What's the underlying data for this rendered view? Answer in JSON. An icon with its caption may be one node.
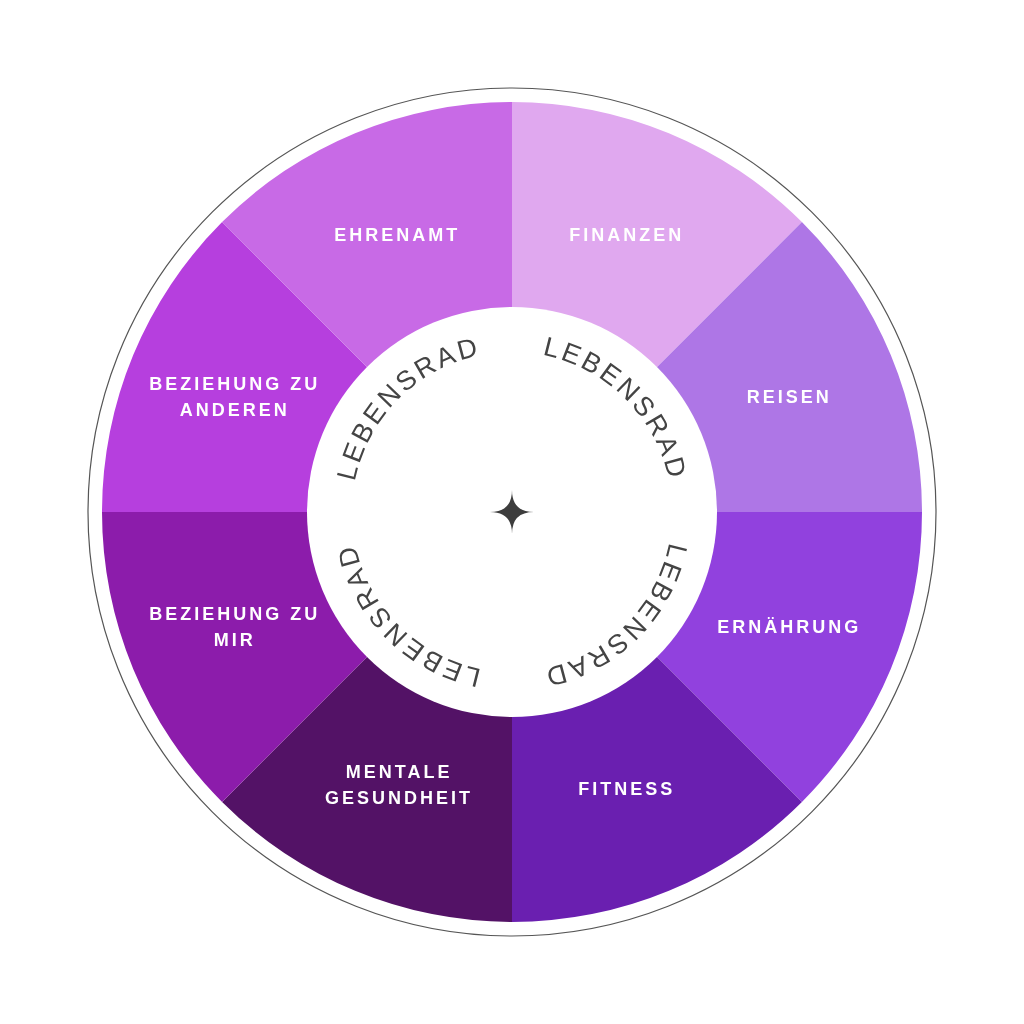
{
  "diagram": {
    "nodes": [
      {
        "text": [
          "FINANZEN"
        ]
      },
      {
        "text": [
          "REISEN"
        ]
      },
      {
        "text": [
          "ERNÄHRUNG"
        ]
      },
      {
        "text": [
          "FITNESS"
        ]
      },
      {
        "text": [
          "MENTALE GESUNDHEIT"
        ]
      },
      {
        "text": [
          "BEZIEHUNG ZU MIR"
        ]
      },
      {
        "text": [
          "BEZIEHUNG ZU ANDEREN"
        ]
      },
      {
        "text": [
          "EHRENAMT"
        ]
      },
      {
        "text": [
          "LEBENSRAD",
          "LEBENSRAD",
          "LEBENSRAD",
          "LEBENSRAD"
        ]
      }
    ]
  }
}
